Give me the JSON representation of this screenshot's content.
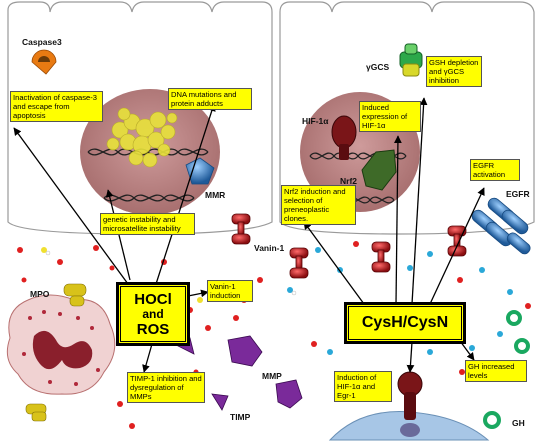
{
  "center_labels": {
    "hocl": "HOCl",
    "and": "and",
    "ros": "ROS",
    "cys": "CysH/CysN"
  },
  "boxes": {
    "caspase": "Inactivation of caspase-3 and escape from apoptosis",
    "dna": "DNA mutations and protein adducts",
    "genetic": "genetic instability and microsatellite instability",
    "vanin_ind": "Vanin-1 induction",
    "timp": "TIMP-1 inhibition and dysregulation of MMPs",
    "gsh": "GSH depletion and γGCS inhibition",
    "hif": "Induced expression of HIF-1α",
    "nrf2": "Nrf2 induction and selection of preneoplastic clones.",
    "egfr": "EGFR activation",
    "gh_levels": "GH increased levels",
    "hif_egr": "Induction of HIF-1α and Egr-1"
  },
  "labels": {
    "caspase3": "Caspase3",
    "mmr": "MMR",
    "mpo": "MPO",
    "timp": "TIMP",
    "mmp": "MMP",
    "vanin1": "Vanin-1",
    "ygcs": "γGCS",
    "hif1a": "HIF-1α",
    "nrf2": "Nrf2",
    "egfr": "EGFR",
    "gh": "GH"
  },
  "colors": {
    "box": "#ffff00",
    "nucleus": "#b97a7a",
    "cell_border": "#999999",
    "red_protein": "#c0141a",
    "purple": "#7a2a9a",
    "blue_receptor": "#3a7fbf"
  }
}
